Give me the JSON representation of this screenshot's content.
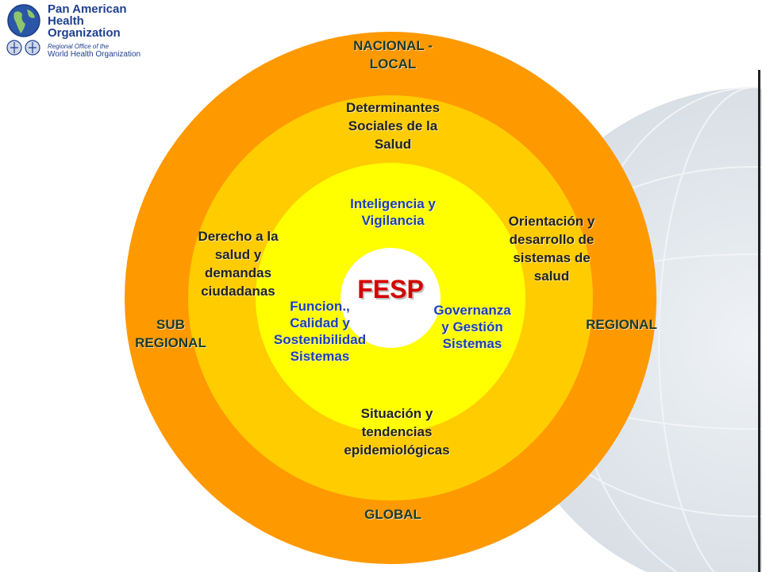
{
  "logo": {
    "line1": "Pan American",
    "line2": "Health",
    "line3": "Organization",
    "sub1": "Regional Office of the",
    "sub2": "World Health Organization"
  },
  "diagram": {
    "center": "FESP",
    "ring_labels": {
      "top": "NACIONAL -\nLOCAL",
      "bottom": "GLOBAL",
      "left": "SUB\nREGIONAL",
      "right": "REGIONAL"
    },
    "middle_labels": {
      "top": "Determinantes\nSociales de la\nSalud",
      "left": "Derecho a la\nsalud y\ndemandas\nciudadanas",
      "right": "Orientación y\ndesarrollo de\nsistemas de\nsalud",
      "bottom": "Situación y\ntendencias\nepidemiológicas"
    },
    "inner_labels": {
      "top": "Inteligencia y\nVigilancia",
      "left": "Funcion.,\nCalidad y\nSostenibilidad\nSistemas",
      "right": "Governanza\ny Gestión\nSistemas"
    },
    "colors": {
      "outer_ring": "#ff9900",
      "middle_ring": "#ffcc00",
      "inner_ring": "#ffff00",
      "center": "#ffffff",
      "center_text": "#d40000",
      "inner_text": "#1e3fb4"
    }
  }
}
